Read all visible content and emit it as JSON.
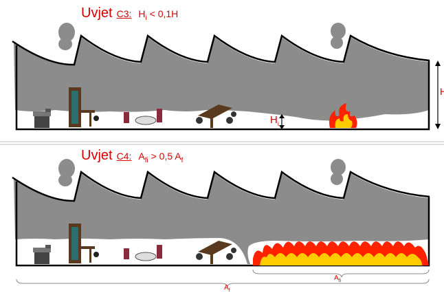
{
  "panels": [
    {
      "title_word": "Uvjet",
      "title_code": "C3:",
      "condition": {
        "a": "H",
        "a_sub": "i",
        "b": " < 0,1H"
      },
      "label_h": {
        "main": "H",
        "sub": "i"
      },
      "label_H": "H"
    },
    {
      "title_word": "Uvjet",
      "title_code": "C4:",
      "condition": {
        "a": "A",
        "a_sub": "fi",
        "b": " > 0,5 A",
        "b_sub": "f"
      },
      "label_afi": {
        "main": "A",
        "sub": "fi"
      },
      "label_af": {
        "main": "A",
        "sub": "f"
      }
    }
  ],
  "colors": {
    "smoke": "#8c8c8c",
    "roof": "#000000",
    "fire_outer": "#ff2200",
    "fire_inner": "#ffcc00",
    "title": "#d40000"
  }
}
